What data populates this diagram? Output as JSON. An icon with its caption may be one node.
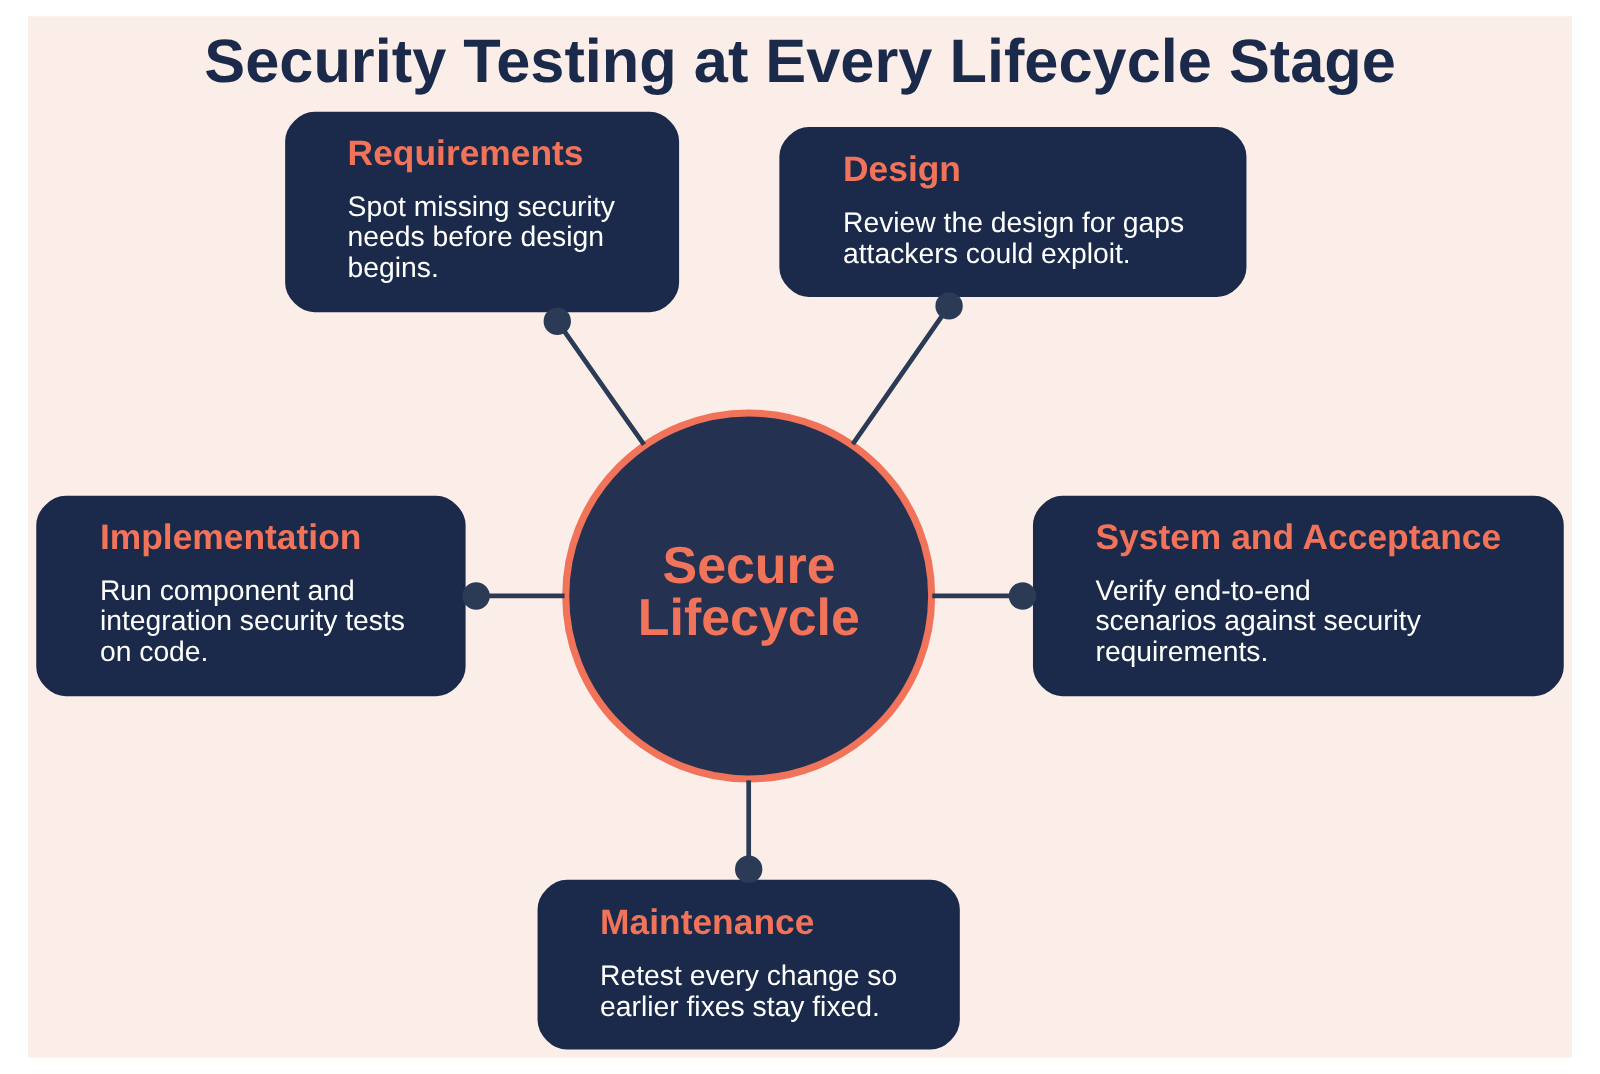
{
  "diagram": {
    "title": "Security Testing at Every Lifecycle Stage",
    "nodes": [
      {
        "text": [
          "Secure Lifecycle"
        ]
      },
      {
        "text": [
          "Requirements",
          "Spot missing security needs before design begins."
        ]
      },
      {
        "text": [
          "Design",
          "Review the design for gaps attackers could exploit."
        ]
      },
      {
        "text": [
          "Implementation",
          "Run component and integration security tests on code."
        ]
      },
      {
        "text": [
          "System and Acceptance",
          "Verify end-to-end scenarios against security requirements."
        ]
      },
      {
        "text": [
          "Maintenance",
          "Retest every change so earlier fixes stay fixed."
        ]
      }
    ],
    "edges": [
      {
        "from": 0,
        "to": 1,
        "arrow": "other"
      },
      {
        "from": 0,
        "to": 2,
        "arrow": "other"
      },
      {
        "from": 0,
        "to": 3,
        "arrow": "other"
      },
      {
        "from": 0,
        "to": 4,
        "arrow": "other"
      },
      {
        "from": 0,
        "to": 5,
        "arrow": "other"
      }
    ]
  }
}
